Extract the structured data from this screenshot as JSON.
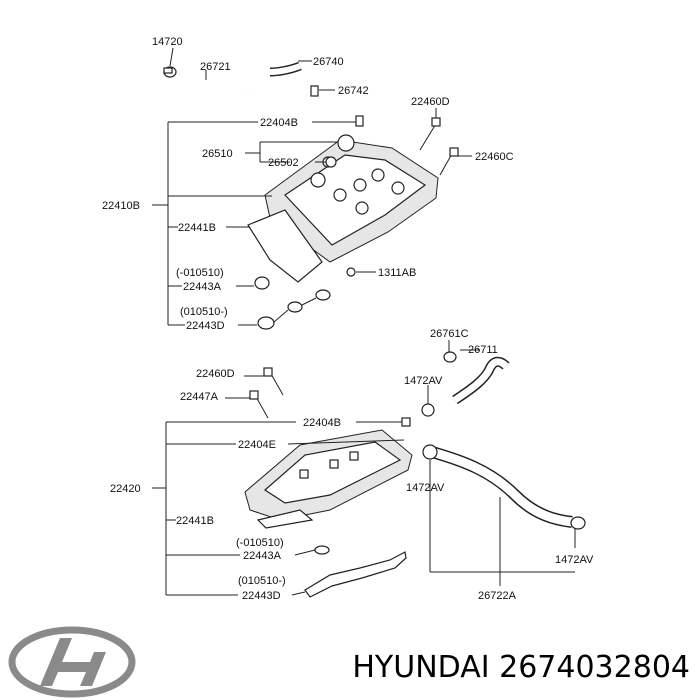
{
  "labels": {
    "l14720": "14720",
    "l26721": "26721",
    "l26740": "26740",
    "l26742": "26742",
    "l22460D_top": "22460D",
    "l22404B_top": "22404B",
    "l26510": "26510",
    "l26502": "26502",
    "l22460C": "22460C",
    "l22410B": "22410B",
    "l22441B_top": "22441B",
    "l010510a_top": "(-010510)",
    "l22443A_top": "22443A",
    "l1311AB": "1311AB",
    "l010510b_top": "(010510-)",
    "l22443D_top": "22443D",
    "l26761C": "26761C",
    "l26711": "26711",
    "l22460D_bot": "22460D",
    "l1472AV_1": "1472AV",
    "l22447A": "22447A",
    "l22404B_bot": "22404B",
    "l22404E": "22404E",
    "l1472AV_2": "1472AV",
    "l22420": "22420",
    "l22441B_bot": "22441B",
    "l1472AV_3": "1472AV",
    "l010510a_bot": "(-010510)",
    "l22443A_bot": "22443A",
    "l010510b_bot": "(010510-)",
    "l22443D_bot": "22443D",
    "l26722A": "26722A"
  },
  "brand": {
    "logo_name": "hyundai-logo",
    "title": "HYUNDAI 2674032804"
  }
}
